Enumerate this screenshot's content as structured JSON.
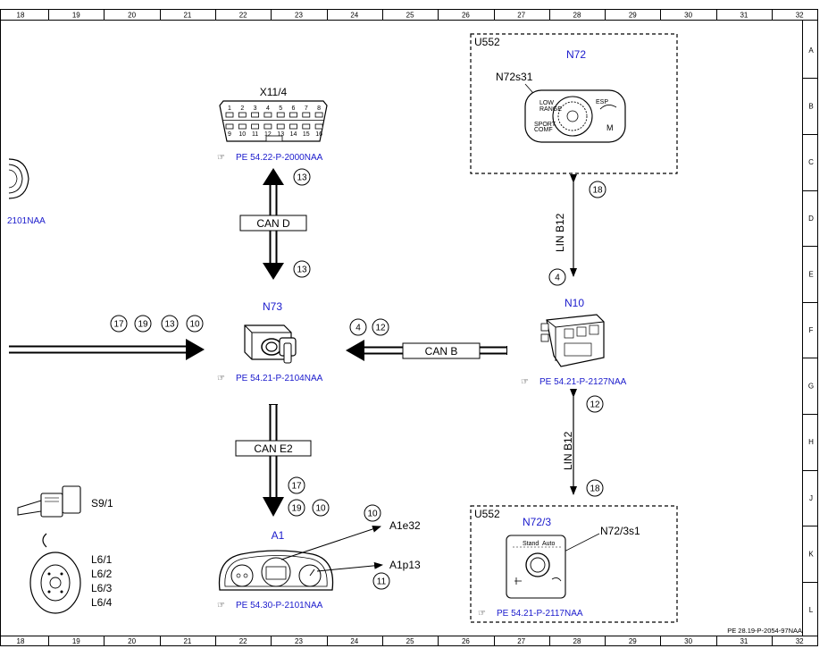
{
  "ruler": {
    "columns": [
      "18",
      "19",
      "20",
      "21",
      "22",
      "23",
      "24",
      "25",
      "26",
      "27",
      "28",
      "29",
      "30",
      "31",
      "32"
    ],
    "rows": [
      "A",
      "B",
      "C",
      "D",
      "E",
      "F",
      "G",
      "H",
      "J",
      "K",
      "L"
    ]
  },
  "icons": {
    "reference": "☞"
  },
  "buses": {
    "can_d": "CAN D",
    "can_b": "CAN B",
    "can_e2": "CAN E2",
    "lin_b12_top": "LIN B12",
    "lin_b12_bottom": "LIN B12"
  },
  "wires": {
    "left_input": [
      "17",
      "19",
      "13",
      "10"
    ],
    "w13a": "13",
    "w13b": "13",
    "w4_canb": "4",
    "w12_canb": "12",
    "w17_cane2": "17",
    "w19_cane2": "19",
    "w10_cane2": "10",
    "w10_a1e32": "10",
    "w11_a1p13": "11",
    "w18_top": "18",
    "w4_lin": "4",
    "w12_lin": "12",
    "w18_bottom": "18"
  },
  "components": {
    "x11_4": {
      "id": "X11/4",
      "ref": "PE 54.22-P-2000NAA",
      "pins_top": [
        "1",
        "2",
        "3",
        "4",
        "5",
        "6",
        "7",
        "8"
      ],
      "pins_bottom": [
        "9",
        "10",
        "11",
        "12",
        "13",
        "14",
        "15",
        "16"
      ]
    },
    "n73": {
      "id": "N73",
      "ref": "PE 54.21-P-2104NAA"
    },
    "a1": {
      "id": "A1",
      "ref": "PE 54.30-P-2101NAA"
    },
    "a1e32": {
      "id": "A1e32"
    },
    "a1p13": {
      "id": "A1p13"
    },
    "n10": {
      "id": "N10",
      "ref": "PE 54.21-P-2127NAA"
    },
    "n72": {
      "id": "N72"
    },
    "n72s31": "N72s31",
    "n72_low": "LOW",
    "n72_range": "RANGE",
    "n72_sport": "SPORT",
    "n72_comf": "COMF",
    "n72_esp": "ESP",
    "n72_m": "M",
    "n72_3": {
      "id": "N72/3",
      "ref": "PE 54.21-P-2117NAA"
    },
    "n72_3s1": "N72/3s1",
    "n72_3_std": "Stand",
    "n72_3_auto": "Auto",
    "u552_top": "U552",
    "u552_bottom": "U552"
  },
  "left": {
    "partial_ref": "2101NAA",
    "s9_1": "S9/1",
    "l6_1": "L6/1",
    "l6_2": "L6/2",
    "l6_3": "L6/3",
    "l6_4": "L6/4"
  },
  "footer": {
    "doc_ref": "PE 28.19-P-2054-97NAA"
  }
}
